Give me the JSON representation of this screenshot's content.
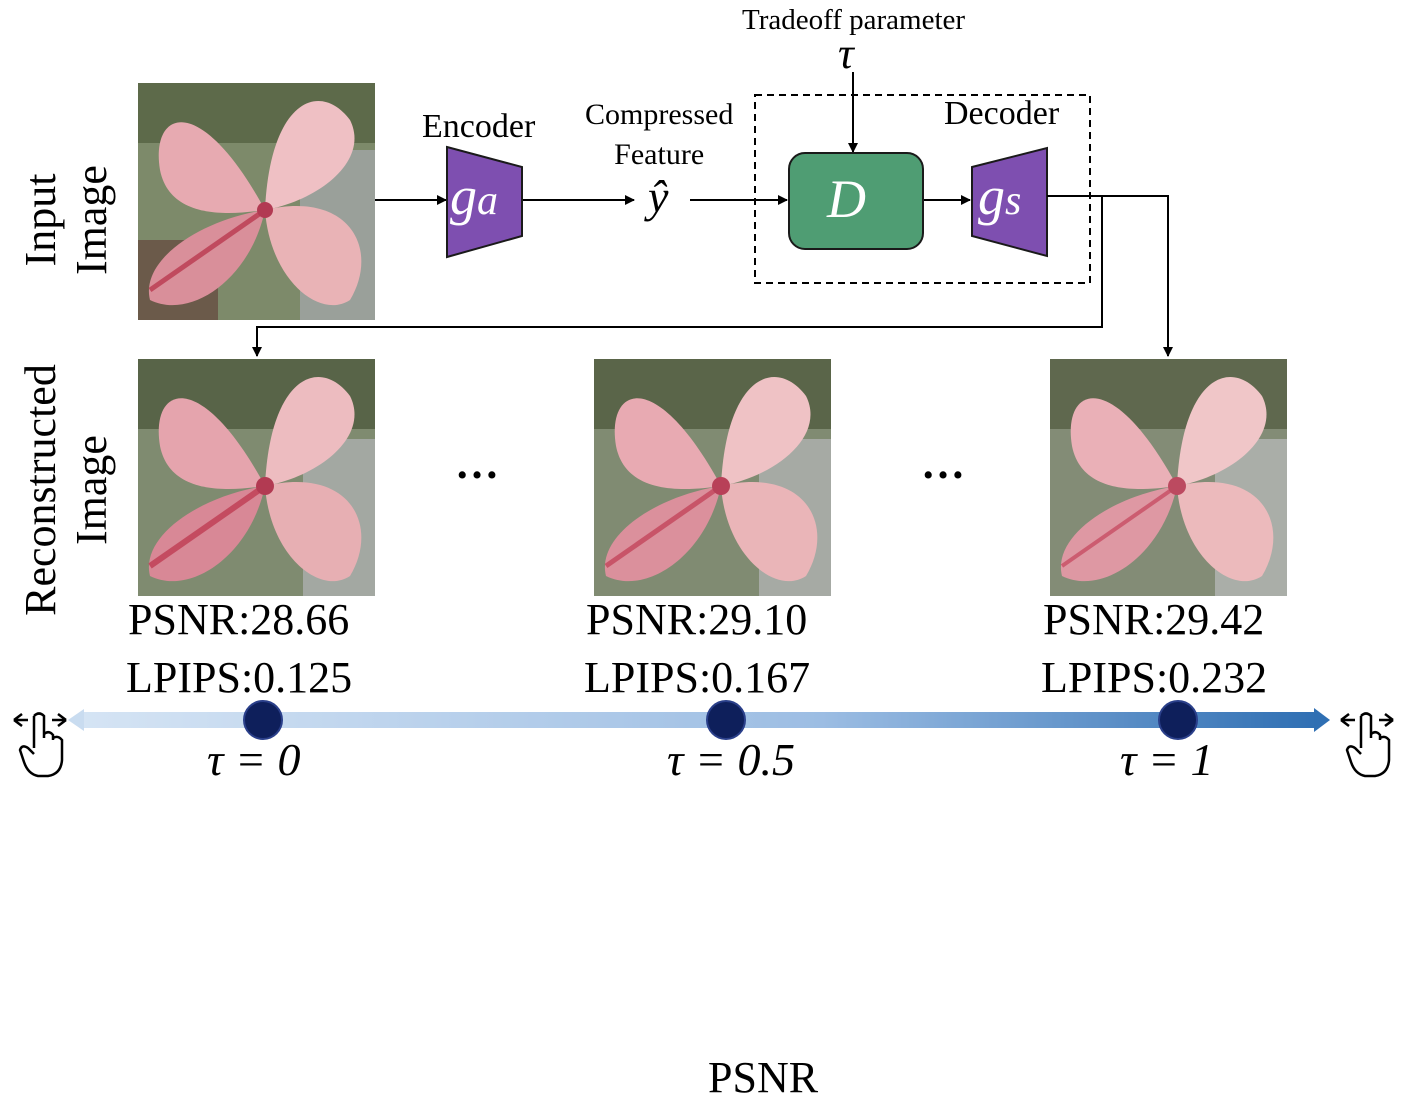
{
  "rows": {
    "input": [
      "Input",
      "Image"
    ],
    "reconstructed": [
      "Reconstructed",
      "Image"
    ]
  },
  "pipeline": {
    "encoder_label": "Encoder",
    "encoder_symbol": "g",
    "encoder_sub": "a",
    "feature_label": [
      "Compressed",
      "Feature"
    ],
    "feature_symbol": "ŷ",
    "tradeoff_label": "Tradeoff parameter",
    "tradeoff_symbol": "τ",
    "d_symbol": "D",
    "decoder_label": "Decoder",
    "decoder_symbol": "g",
    "decoder_sub": "s"
  },
  "reconstructions": [
    {
      "psnr": "PSNR:28.66",
      "lpips": "LPIPS:0.125",
      "tau": "τ = 0"
    },
    {
      "psnr": "PSNR:29.10",
      "lpips": "LPIPS:0.167",
      "tau": "τ = 0.5"
    },
    {
      "psnr": "PSNR:29.42",
      "lpips": "LPIPS:0.232",
      "tau": "τ = 1"
    }
  ],
  "ellipsis": "…",
  "bottom_label": "PSNR",
  "colors": {
    "block_purple": "#7e4fb0",
    "d_green": "#4f9d73",
    "slider_light": "#c9dcf0",
    "slider_dark": "#2f6fb3",
    "knob": "#0e1f5b",
    "petal": "#e3a0a8"
  },
  "icons": [
    "swipe-hand-icon-left",
    "swipe-hand-icon-right"
  ]
}
